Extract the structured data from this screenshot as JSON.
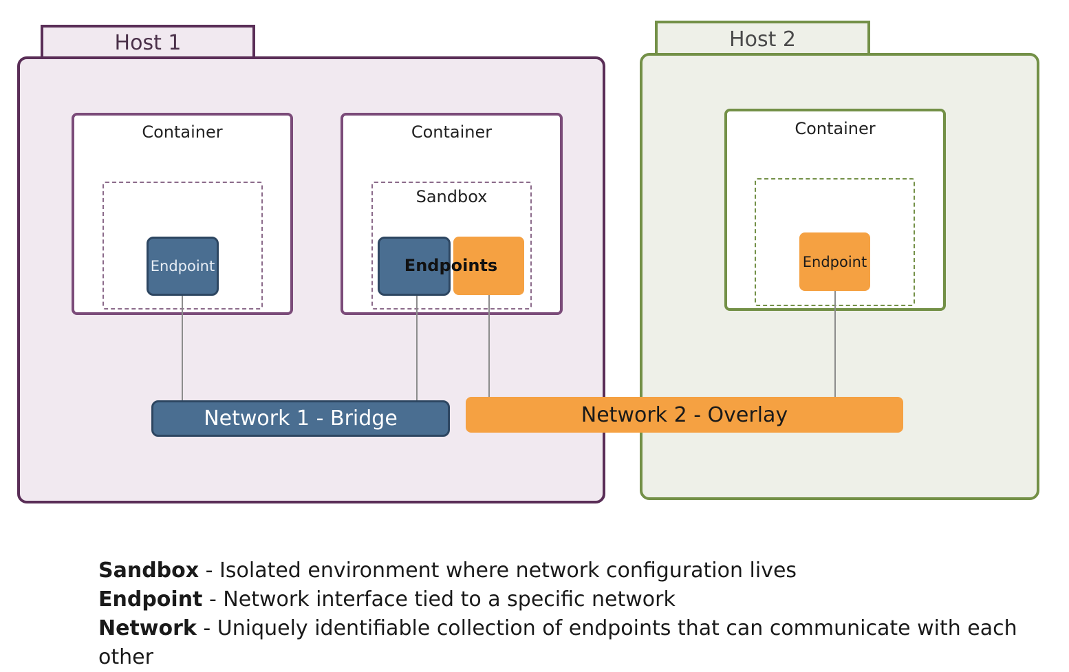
{
  "hosts": [
    {
      "label": "Host 1"
    },
    {
      "label": "Host 2"
    }
  ],
  "containers": {
    "c1": {
      "label": "Container",
      "endpoint": "Endpoint"
    },
    "c2": {
      "label": "Container",
      "sandbox": "Sandbox",
      "endpoints": "Endpoints"
    },
    "c3": {
      "label": "Container",
      "endpoint": "Endpoint"
    }
  },
  "networks": {
    "n1": "Network 1 - Bridge",
    "n2": "Network 2 - Overlay"
  },
  "legend": [
    {
      "term": "Sandbox",
      "desc": " - Isolated environment where network configuration lives"
    },
    {
      "term": "Endpoint",
      "desc": " - Network interface tied to a specific network"
    },
    {
      "term": "Network",
      "desc": " - Uniquely identifiable collection of endpoints that can communicate with each other"
    }
  ],
  "colors": {
    "host1_border": "#5a2e57",
    "host1_fill": "#f1e9f0",
    "host2_border": "#739047",
    "host2_fill": "#eef0e8",
    "bridge_blue": "#4a6e91",
    "overlay_orange": "#f5a142"
  }
}
